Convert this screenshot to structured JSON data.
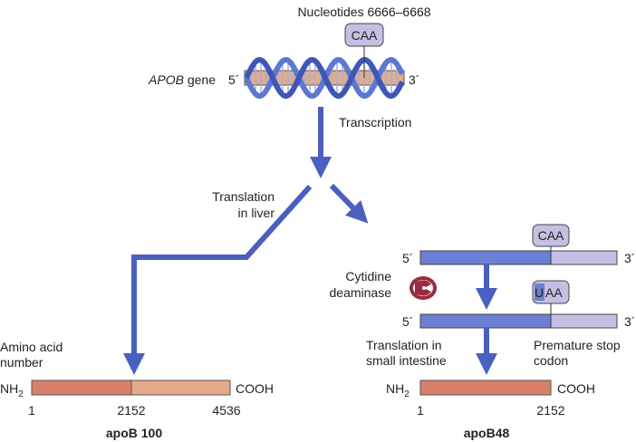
{
  "gene": {
    "nucleotides_label": "Nucleotides 6666–6668",
    "codon": "CAA",
    "gene_name": "APOB",
    "gene_suffix": " gene",
    "five_prime": "5´",
    "three_prime": "3´"
  },
  "steps": {
    "transcription": "Transcription",
    "liver_line1": "Translation",
    "liver_line2": "in liver",
    "enzyme_line1": "Cytidine",
    "enzyme_line2": "deaminase",
    "intestine_line1": "Translation in",
    "intestine_line2": "small intestine",
    "stop_line1": "Premature stop",
    "stop_line2": "codon"
  },
  "mrna": {
    "five_prime": "5´",
    "three_prime": "3´",
    "codon_before": "CAA",
    "codon_edited_first": "U",
    "codon_edited_rest": "AA"
  },
  "apob100": {
    "axis_label_line1": "Amino acid",
    "axis_label_line2": "number",
    "n_term": "NH",
    "n_sub": "2",
    "c_term": "COOH",
    "positions": [
      "1",
      "2152",
      "4536"
    ],
    "name": "apoB 100"
  },
  "apob48": {
    "n_term": "NH",
    "n_sub": "2",
    "c_term": "COOH",
    "positions": [
      "1",
      "2152"
    ],
    "name": "apoB48"
  },
  "colors": {
    "arrow": "#4a5fc0",
    "mrna_dark": "#6b80d2",
    "mrna_light": "#c6bfe4",
    "protein_dark": "#d8806b",
    "protein_light": "#e3ab8a",
    "enzyme": "#9c2a3e"
  }
}
